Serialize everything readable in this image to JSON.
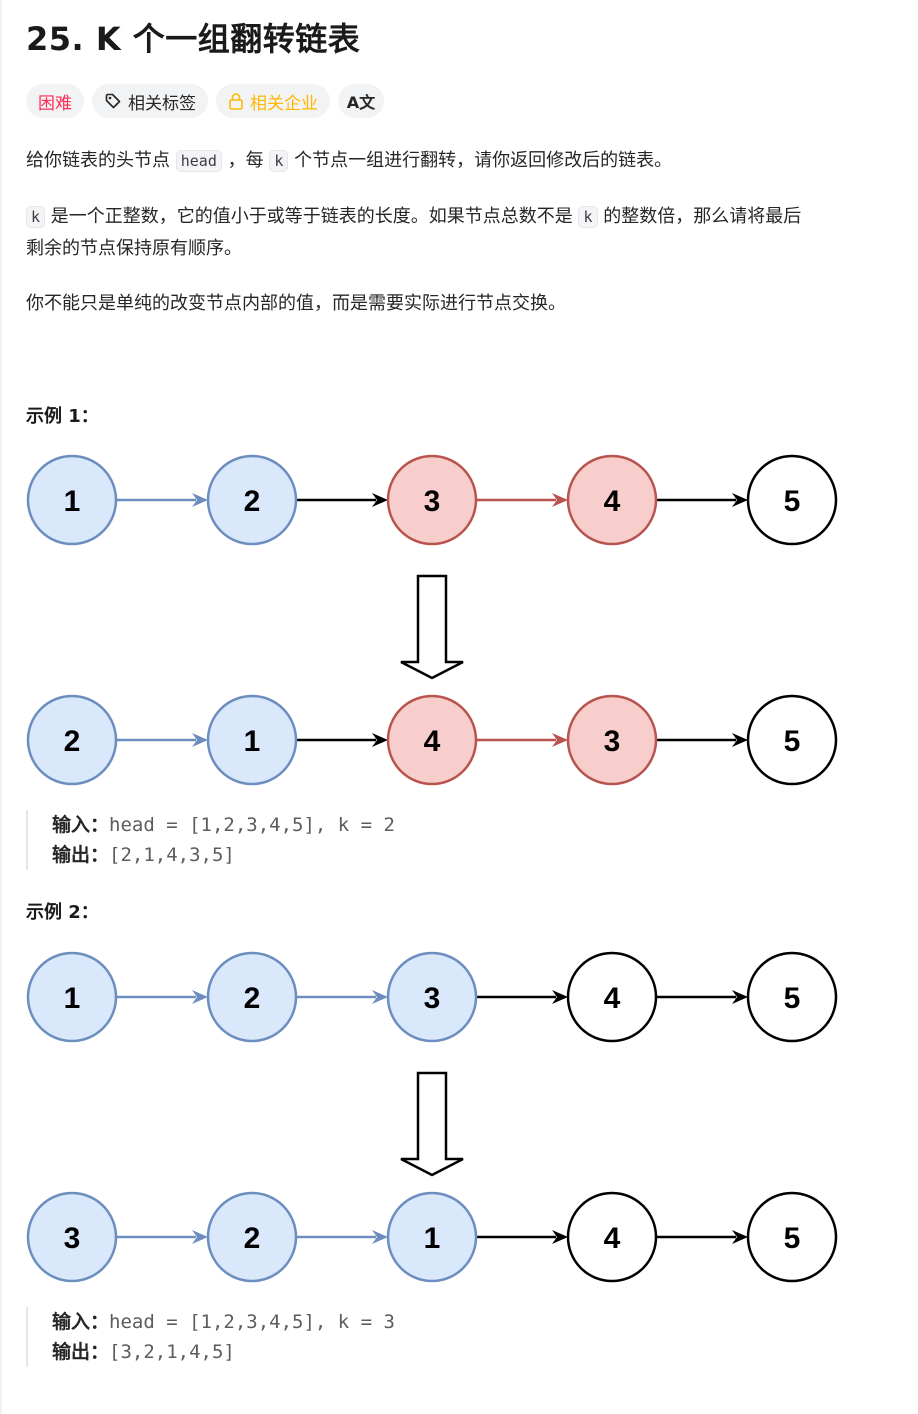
{
  "problem": {
    "title": "25. K 个一组翻转链表",
    "tags": {
      "difficulty": "困难",
      "related_tags": "相关标签",
      "related_companies": "相关企业",
      "translate": "A文"
    },
    "desc": {
      "p1_a": "给你链表的头节点 ",
      "p1_code1": "head",
      "p1_b": " ，每 ",
      "p1_code2": "k",
      "p1_c": " 个节点一组进行翻转，请你返回修改后的链表。",
      "p2_code1": "k",
      "p2_a": " 是一个正整数，它的值小于或等于链表的长度。如果节点总数不是 ",
      "p2_code2": "k",
      "p2_b": " 的整数倍，那么请将最后",
      "p2_line2": "剩余的节点保持原有顺序。",
      "p3": "你不能只是单纯的改变节点内部的值，而是需要实际进行节点交换。"
    }
  },
  "examples": [
    {
      "title": "示例 1：",
      "before": [
        "1",
        "2",
        "3",
        "4",
        "5"
      ],
      "after": [
        "2",
        "1",
        "4",
        "3",
        "5"
      ],
      "before_colors": [
        "blue",
        "blue",
        "red",
        "red",
        "white"
      ],
      "after_colors": [
        "blue",
        "blue",
        "red",
        "red",
        "white"
      ],
      "input_label": "输入：",
      "input_value": "head = [1,2,3,4,5], k = 2",
      "output_label": "输出：",
      "output_value": "[2,1,4,3,5]"
    },
    {
      "title": "示例 2：",
      "before": [
        "1",
        "2",
        "3",
        "4",
        "5"
      ],
      "after": [
        "3",
        "2",
        "1",
        "4",
        "5"
      ],
      "before_colors": [
        "blue",
        "blue",
        "blue",
        "white",
        "white"
      ],
      "after_colors": [
        "blue",
        "blue",
        "blue",
        "white",
        "white"
      ],
      "input_label": "输入：",
      "input_value": "head = [1,2,3,4,5], k = 3",
      "output_label": "输出：",
      "output_value": "[3,2,1,4,5]"
    }
  ],
  "colors": {
    "accent_hard": "#ff2d55",
    "accent_company": "#ffb800",
    "node_blue_fill": "#dae8fc",
    "node_blue_stroke": "#6c8ebf",
    "node_red_fill": "#f8cecc",
    "node_red_stroke": "#b85450",
    "node_white_fill": "#ffffff",
    "node_white_stroke": "#000000"
  }
}
